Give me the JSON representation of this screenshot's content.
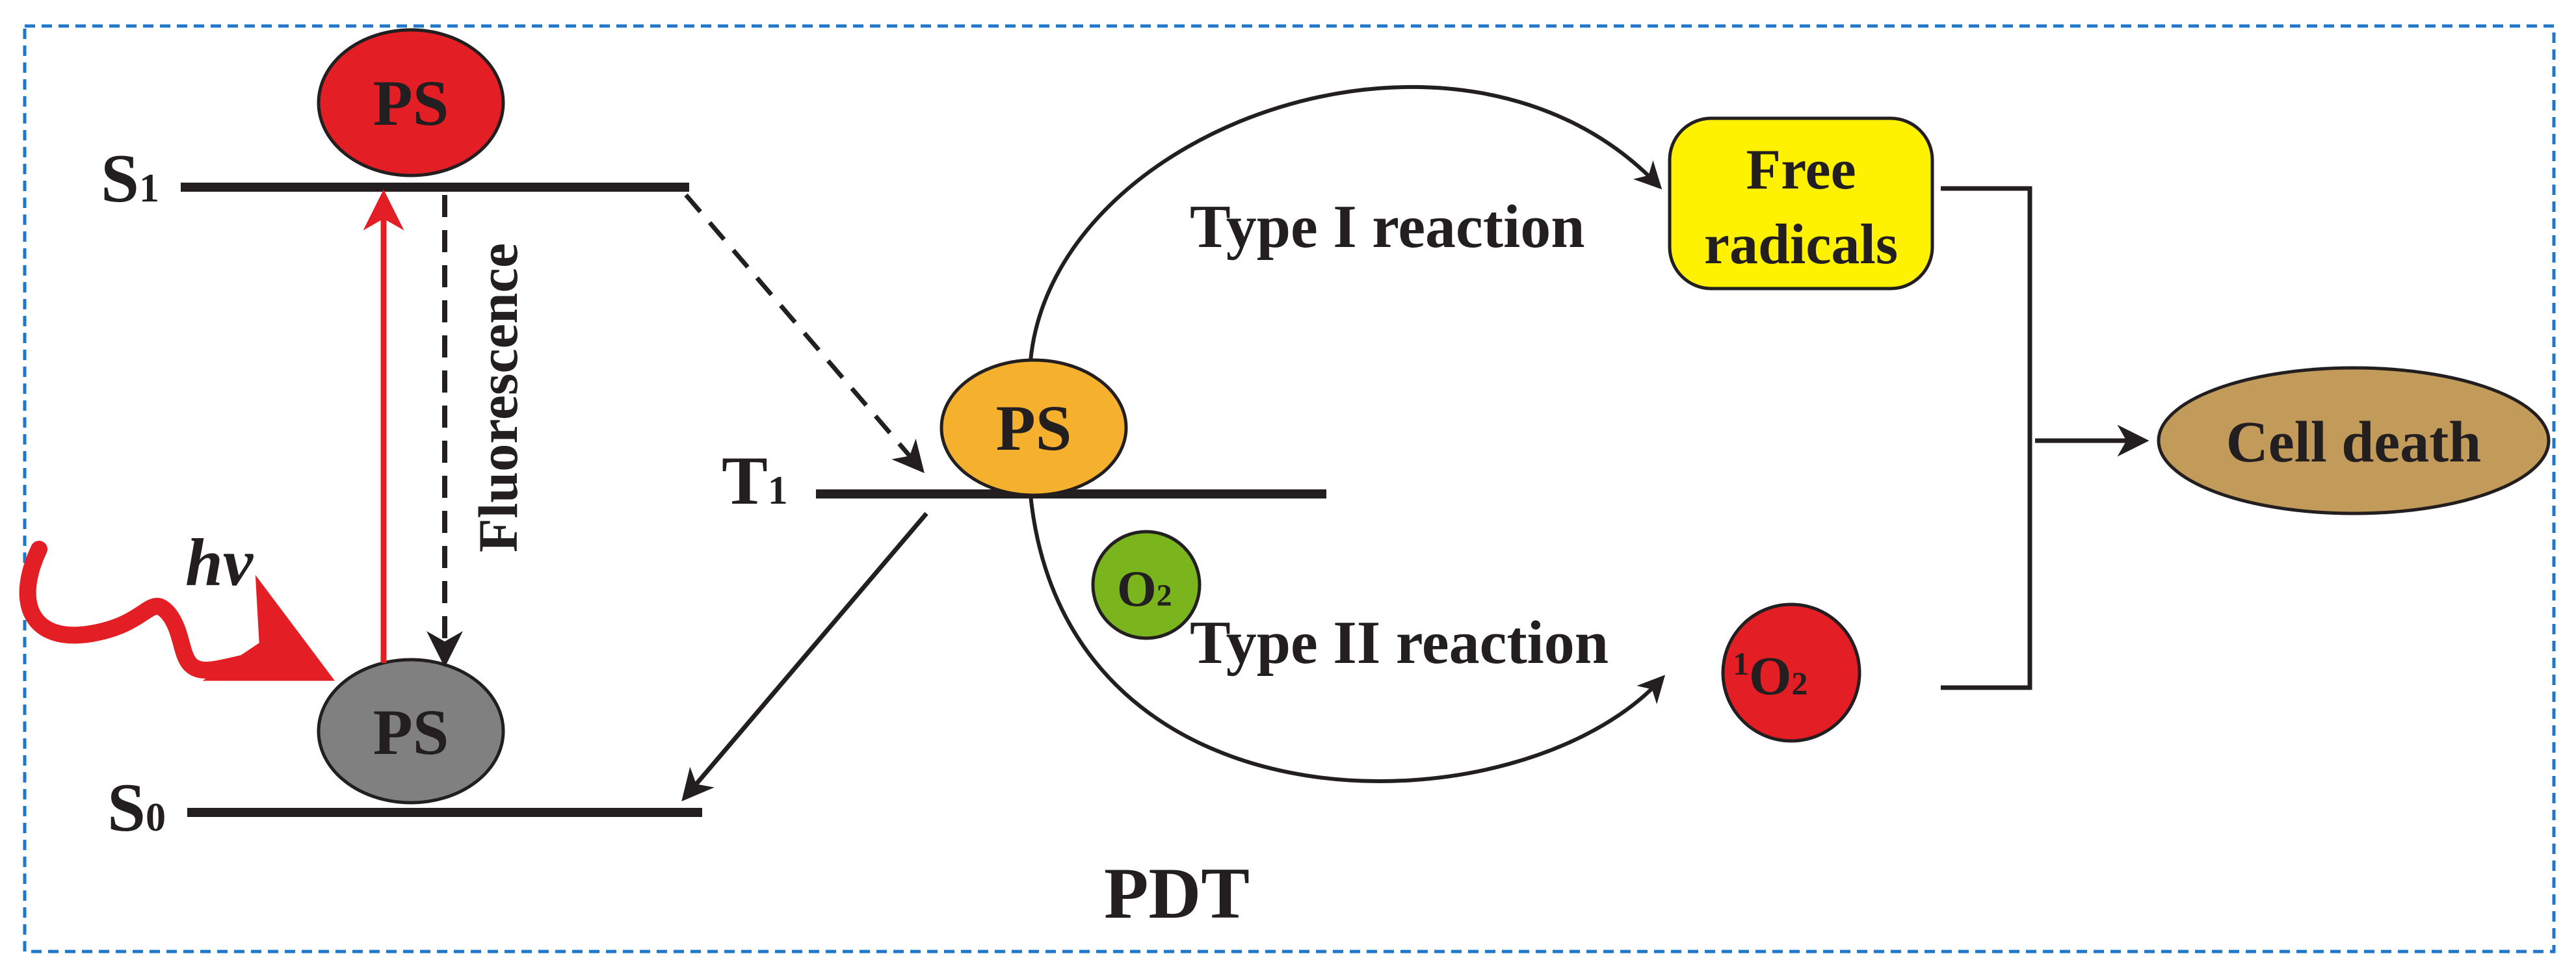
{
  "diagram": {
    "title": "PDT",
    "levels": {
      "s1": {
        "letter": "S",
        "sub": "1"
      },
      "s0": {
        "letter": "S",
        "sub": "0"
      },
      "t1": {
        "letter": "T",
        "sub": "1"
      }
    },
    "molecules": {
      "ps_s1": "PS",
      "ps_s0": "PS",
      "ps_t1": "PS"
    },
    "light_label": "hv",
    "fluorescence_label": "Fluorescence",
    "type1_label": "Type I reaction",
    "type2_label": "Type II reaction",
    "oxygen": {
      "letter": "O",
      "sub": "2"
    },
    "singlet_oxygen": {
      "sup": "1",
      "letter": "O",
      "sub": "2"
    },
    "free_radicals": {
      "line1": "Free",
      "line2": "radicals"
    },
    "cell_death": "Cell death",
    "colors": {
      "frame": "#1f77c9",
      "ps_excited": "#e31e24",
      "ps_ground": "#808080",
      "ps_triplet": "#f5b02e",
      "oxygen": "#7ab51d",
      "singlet_oxygen": "#e31e24",
      "free_radicals": "#fff200",
      "cell_death": "#c29a5a",
      "excitation_arrow": "#e31e24",
      "lines": "#231f20"
    }
  }
}
